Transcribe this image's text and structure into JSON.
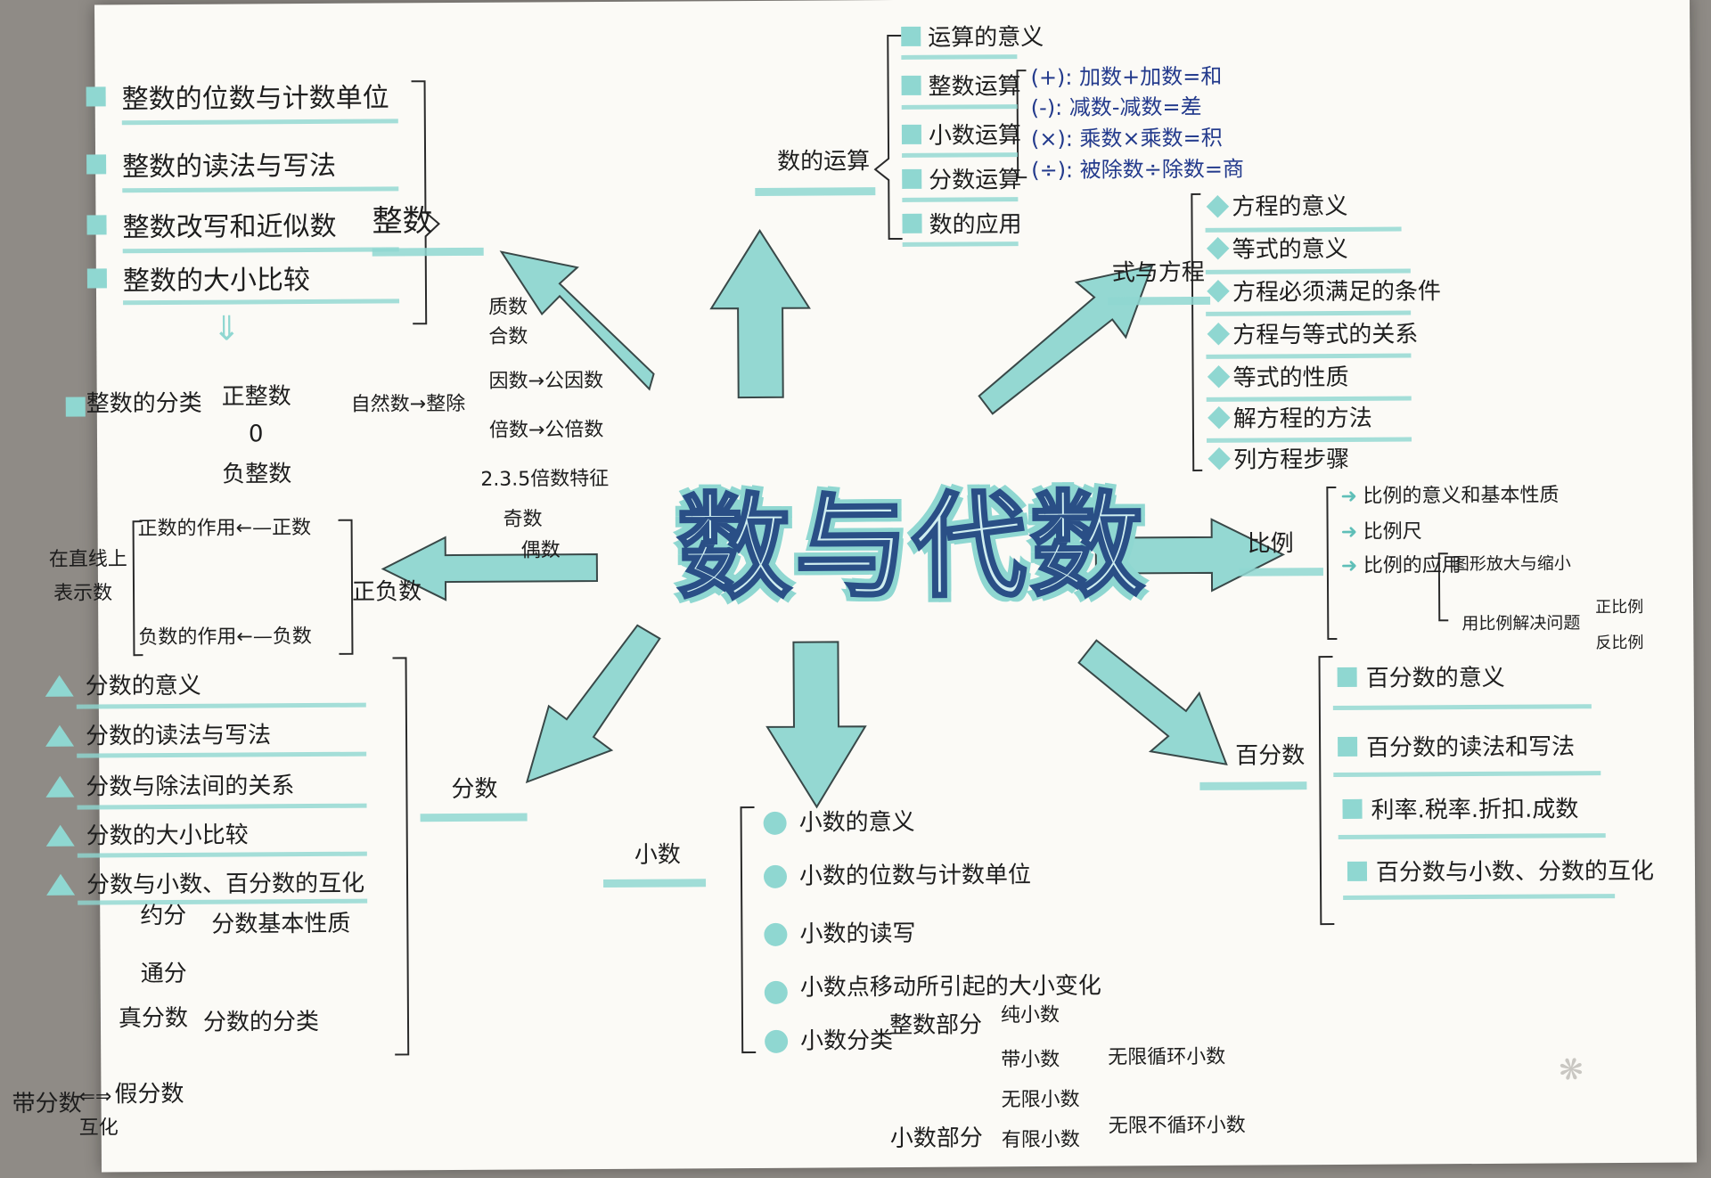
{
  "center": "数与代数",
  "integer": {
    "title": "整数",
    "items": [
      "整数的位数与计数单位",
      "整数的读法与写法",
      "整数改写和近似数",
      "整数的大小比较"
    ],
    "classification": {
      "label": "整数的分类",
      "types": [
        "正整数",
        "0",
        "负整数"
      ],
      "natural": "自然数→整除",
      "divisibility": [
        "质数",
        "合数",
        "因数→公因数",
        "倍数→公倍数",
        "2.3.5倍数特征",
        "奇数",
        "偶数"
      ]
    }
  },
  "operations": {
    "title": "数的运算",
    "items": [
      "运算的意义",
      "整数运算",
      "小数运算",
      "分数运算",
      "数的应用"
    ],
    "formulas": [
      "(+): 加数+加数=和",
      "(-): 减数-减数=差",
      "(×): 乘数×乘数=积",
      "(÷): 被除数÷除数=商"
    ]
  },
  "equations": {
    "title": "式与方程",
    "items": [
      "方程的意义",
      "等式的意义",
      "方程必须满足的条件",
      "方程与等式的关系",
      "等式的性质",
      "解方程的方法",
      "列方程步骤"
    ]
  },
  "ratio": {
    "title": "比例",
    "items": [
      "比例的意义和基本性质",
      "比例尺",
      "比例的应用"
    ],
    "application": [
      "图形放大与缩小",
      "用比例解决问题"
    ],
    "problems": [
      "正比例",
      "反比例"
    ]
  },
  "percent": {
    "title": "百分数",
    "items": [
      "百分数的意义",
      "百分数的读法和写法",
      "利率.税率.折扣.成数",
      "百分数与小数、分数的互化"
    ]
  },
  "decimal": {
    "title": "小数",
    "items": [
      "小数的意义",
      "小数的位数与计数单位",
      "小数的读写",
      "小数点移动所引起的大小变化",
      "小数分类"
    ],
    "classes": [
      "整数部分",
      "小数部分"
    ],
    "int_part": [
      "纯小数",
      "带小数"
    ],
    "dec_part": [
      "无限小数",
      "有限小数"
    ],
    "infinite": [
      "无限循环小数",
      "无限不循环小数"
    ]
  },
  "fraction": {
    "title": "分数",
    "items": [
      "分数的意义",
      "分数的读法与写法",
      "分数与除法间的关系",
      "分数的大小比较",
      "分数与小数、百分数的互化"
    ],
    "property": "分数基本性质",
    "property_ops": [
      "约分",
      "通分"
    ],
    "classify": "分数的分类",
    "classify_types": [
      "真分数",
      "假分数"
    ],
    "mixed": "带分数",
    "mutual": "互化"
  },
  "signed": {
    "title": "正负数",
    "positive": "正数的作用←—正数",
    "negative": "负数的作用←—负数",
    "numberline": [
      "在直线上",
      "表示数"
    ]
  }
}
